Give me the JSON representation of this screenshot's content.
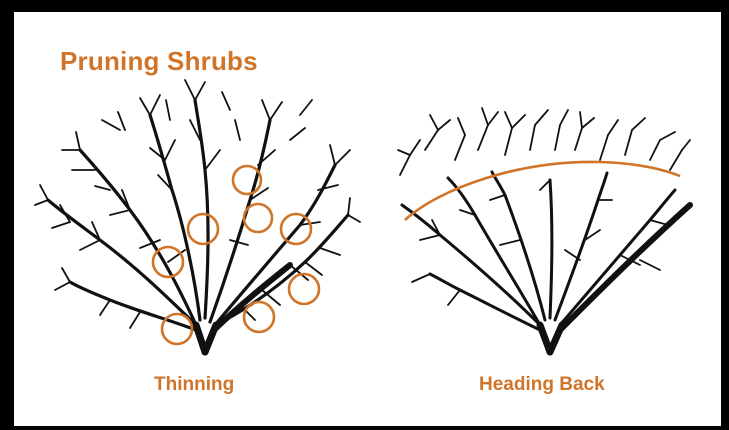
{
  "title": "Pruning Shrubs",
  "captions": {
    "left": "Thinning",
    "right": "Heading Back"
  },
  "colors": {
    "accent": "#cf7428",
    "ink": "#111111",
    "frame": "#000000"
  }
}
